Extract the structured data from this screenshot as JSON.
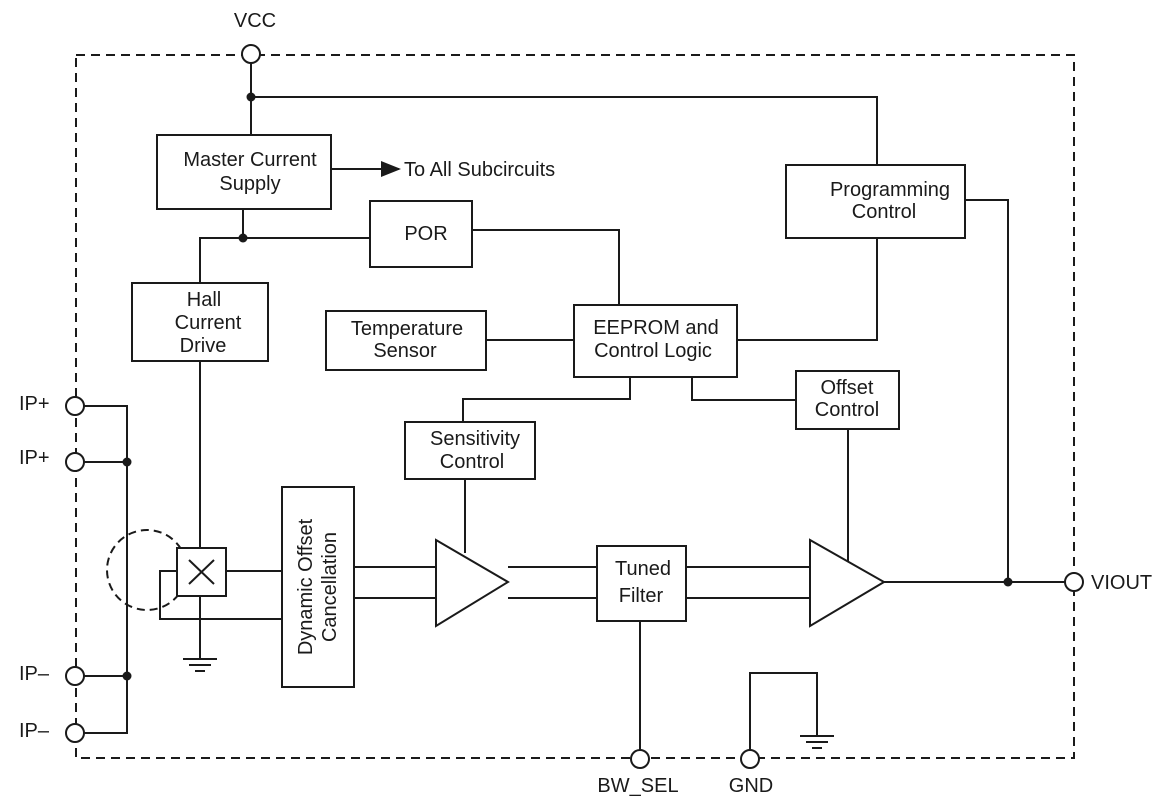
{
  "pins": {
    "vcc": "VCC",
    "ip_plus_1": "IP+",
    "ip_plus_2": "IP+",
    "ip_minus_1": "IP–",
    "ip_minus_2": "IP–",
    "viout": "VIOUT",
    "bw_sel": "BW_SEL",
    "gnd": "GND"
  },
  "blocks": {
    "master_current_supply": [
      "Master Current",
      "Supply"
    ],
    "por": [
      "POR"
    ],
    "programming_control": [
      "Programming",
      "Control"
    ],
    "hall_current_drive": [
      "Hall",
      "Current",
      "Drive"
    ],
    "temperature_sensor": [
      "Temperature",
      "Sensor"
    ],
    "eeprom_control_logic": [
      "EEPROM and",
      "Control Logic"
    ],
    "offset_control": [
      "Offset",
      "Control"
    ],
    "sensitivity_control": [
      "Sensitivity",
      "Control"
    ],
    "dynamic_offset_cancellation": [
      "Dynamic Offset",
      "Cancellation"
    ],
    "tuned_filter": [
      "Tuned",
      "Filter"
    ]
  },
  "annotations": {
    "to_all_subcircuits": "To All Subcircuits"
  }
}
